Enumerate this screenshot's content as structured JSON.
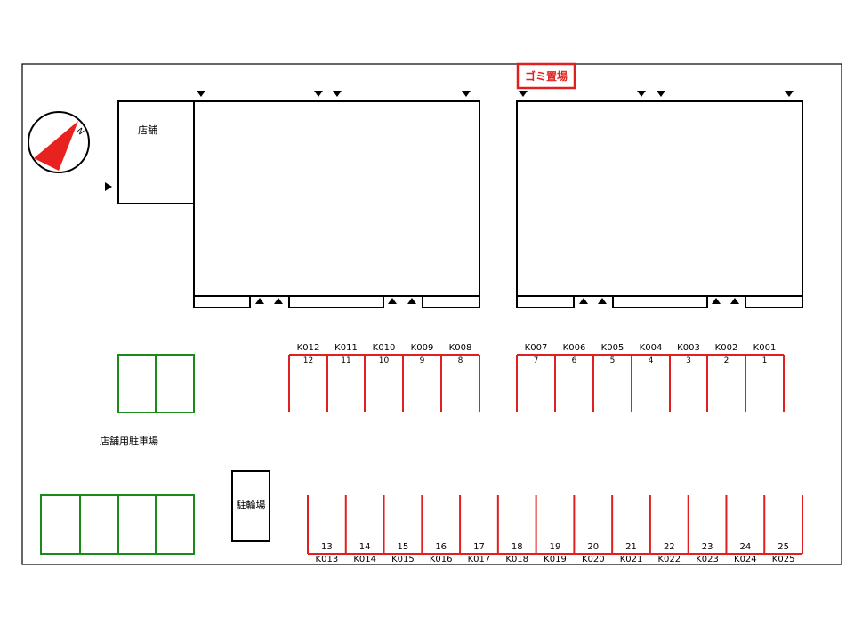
{
  "labels": {
    "garbage": "ゴミ置場",
    "shop": "店舗",
    "shop_parking": "店舗用駐車場",
    "bicycle": "駐輪場"
  },
  "colors": {
    "outline": "#000000",
    "parking_red": "#e02020",
    "parking_green": "#1a8a1a",
    "compass_red": "#e8231f"
  },
  "compass": {
    "icon": "north-arrow-icon",
    "letter": "N"
  },
  "parking_top": [
    {
      "code": "K012",
      "num": "12"
    },
    {
      "code": "K011",
      "num": "11"
    },
    {
      "code": "K010",
      "num": "10"
    },
    {
      "code": "K009",
      "num": "9"
    },
    {
      "code": "K008",
      "num": "8"
    },
    {
      "code": "K007",
      "num": "7"
    },
    {
      "code": "K006",
      "num": "6"
    },
    {
      "code": "K005",
      "num": "5"
    },
    {
      "code": "K004",
      "num": "4"
    },
    {
      "code": "K003",
      "num": "3"
    },
    {
      "code": "K002",
      "num": "2"
    },
    {
      "code": "K001",
      "num": "1"
    }
  ],
  "parking_bottom": [
    {
      "code": "K013",
      "num": "13"
    },
    {
      "code": "K014",
      "num": "14"
    },
    {
      "code": "K015",
      "num": "15"
    },
    {
      "code": "K016",
      "num": "16"
    },
    {
      "code": "K017",
      "num": "17"
    },
    {
      "code": "K018",
      "num": "18"
    },
    {
      "code": "K019",
      "num": "19"
    },
    {
      "code": "K020",
      "num": "20"
    },
    {
      "code": "K021",
      "num": "21"
    },
    {
      "code": "K022",
      "num": "22"
    },
    {
      "code": "K023",
      "num": "23"
    },
    {
      "code": "K024",
      "num": "24"
    },
    {
      "code": "K025",
      "num": "25"
    }
  ]
}
